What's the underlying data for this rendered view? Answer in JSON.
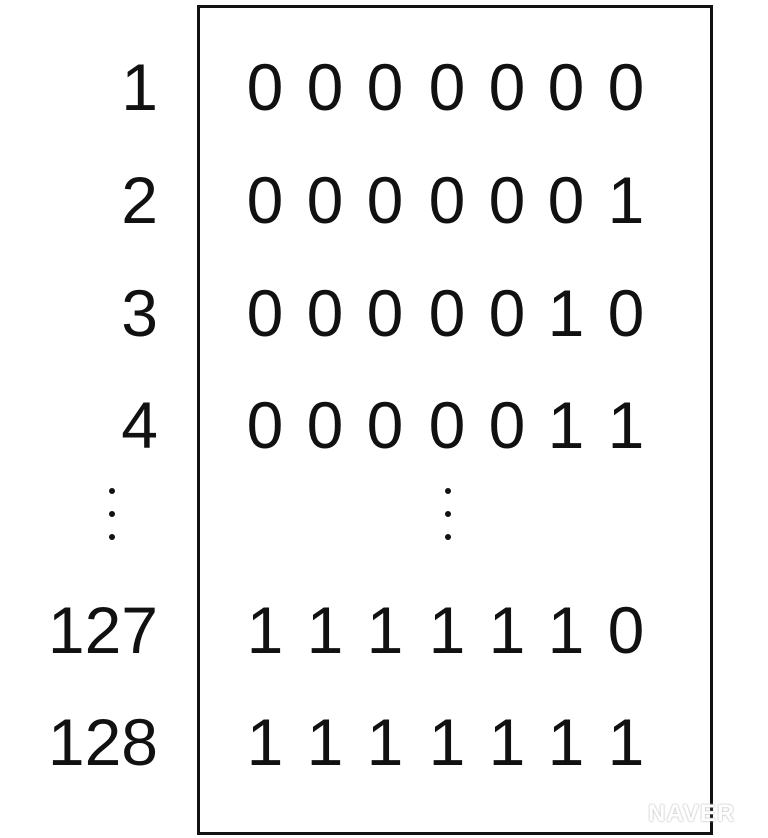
{
  "rows": [
    {
      "label": "1",
      "bits": [
        "0",
        "0",
        "0",
        "0",
        "0",
        "0",
        "0"
      ]
    },
    {
      "label": "2",
      "bits": [
        "0",
        "0",
        "0",
        "0",
        "0",
        "0",
        "1"
      ]
    },
    {
      "label": "3",
      "bits": [
        "0",
        "0",
        "0",
        "0",
        "0",
        "1",
        "0"
      ]
    },
    {
      "label": "4",
      "bits": [
        "0",
        "0",
        "0",
        "0",
        "0",
        "1",
        "1"
      ]
    },
    {
      "label": "127",
      "bits": [
        "1",
        "1",
        "1",
        "1",
        "1",
        "1",
        "0"
      ]
    },
    {
      "label": "128",
      "bits": [
        "1",
        "1",
        "1",
        "1",
        "1",
        "1",
        "1"
      ]
    }
  ],
  "ellipsis": "vertical-ellipsis",
  "watermark": "NAVER"
}
